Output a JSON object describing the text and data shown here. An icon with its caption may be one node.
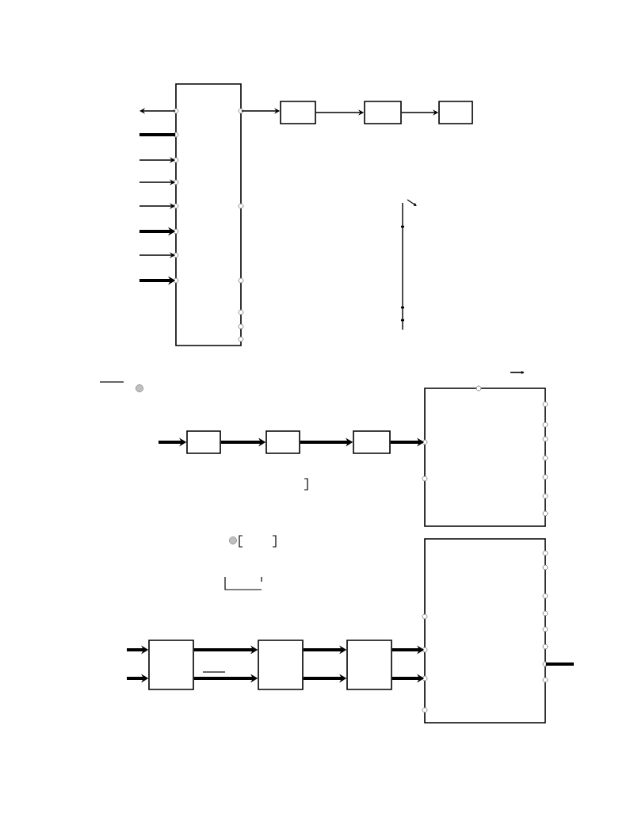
{
  "diagram": {
    "nodes": [
      {
        "text": [],
        "shape": "box"
      },
      {
        "text": [],
        "shape": "box"
      },
      {
        "text": [],
        "shape": "box"
      },
      {
        "text": [],
        "shape": "box"
      },
      {
        "text": [],
        "shape": "box"
      },
      {
        "text": [],
        "shape": "box"
      },
      {
        "text": [],
        "shape": "box"
      },
      {
        "text": [],
        "shape": "box"
      },
      {
        "text": [],
        "shape": "box"
      },
      {
        "text": [],
        "shape": "box"
      },
      {
        "text": [],
        "shape": "box"
      },
      {
        "text": [],
        "shape": "box"
      }
    ],
    "edges": [
      {
        "from": 0,
        "to": null,
        "arrow": "to"
      },
      {
        "from": null,
        "to": 0,
        "arrow": "none"
      },
      {
        "from": null,
        "to": 0,
        "arrow": "to"
      },
      {
        "from": null,
        "to": 0,
        "arrow": "to"
      },
      {
        "from": null,
        "to": 0,
        "arrow": "to"
      },
      {
        "from": null,
        "to": 0,
        "arrow": "to"
      },
      {
        "from": null,
        "to": 0,
        "arrow": "to"
      },
      {
        "from": null,
        "to": 0,
        "arrow": "to"
      },
      {
        "from": 0,
        "to": 1,
        "arrow": "to"
      },
      {
        "from": 1,
        "to": 2,
        "arrow": "to"
      },
      {
        "from": 2,
        "to": 3,
        "arrow": "to"
      },
      {
        "from": null,
        "to": 4,
        "arrow": "to"
      },
      {
        "from": 4,
        "to": 5,
        "arrow": "to"
      },
      {
        "from": 5,
        "to": 6,
        "arrow": "to"
      },
      {
        "from": 6,
        "to": 7,
        "arrow": "to"
      },
      {
        "from": null,
        "to": 8,
        "arrow": "to"
      },
      {
        "from": null,
        "to": 8,
        "arrow": "to"
      },
      {
        "from": 8,
        "to": 9,
        "arrow": "to"
      },
      {
        "from": 8,
        "to": 9,
        "arrow": "to"
      },
      {
        "from": 9,
        "to": 10,
        "arrow": "to"
      },
      {
        "from": 9,
        "to": 10,
        "arrow": "to"
      },
      {
        "from": 10,
        "to": 11,
        "arrow": "to"
      },
      {
        "from": 10,
        "to": 11,
        "arrow": "to"
      },
      {
        "from": 11,
        "to": null,
        "arrow": "none"
      }
    ]
  }
}
